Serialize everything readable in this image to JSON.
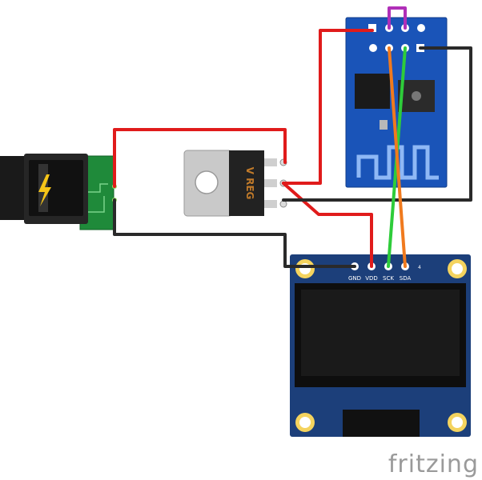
{
  "diagram": {
    "components": {
      "power_jack": {
        "icon": "lightning-bolt-icon"
      },
      "regulator": {
        "label": "V REG"
      },
      "esp_module": {
        "icon": "esp-wifi-chip-icon"
      },
      "oled": {
        "pins": [
          "GND",
          "VDD",
          "SCK",
          "SDA"
        ],
        "corner_label": "4"
      }
    },
    "wires": [
      {
        "id": "jack-to-reg-in",
        "color": "#e01b1b"
      },
      {
        "id": "reg-out-to-esp-vcc",
        "color": "#e01b1b"
      },
      {
        "id": "reg-out-to-oled-vdd",
        "color": "#e01b1b"
      },
      {
        "id": "gnd-bus",
        "color": "#2a2a2a"
      },
      {
        "id": "esp-gpio-to-sck",
        "color": "#2ecc3a"
      },
      {
        "id": "esp-gpio-to-sda",
        "color": "#f07a1e"
      },
      {
        "id": "esp-jumper",
        "color": "#b02fb8"
      }
    ],
    "brand": "fritzing"
  }
}
